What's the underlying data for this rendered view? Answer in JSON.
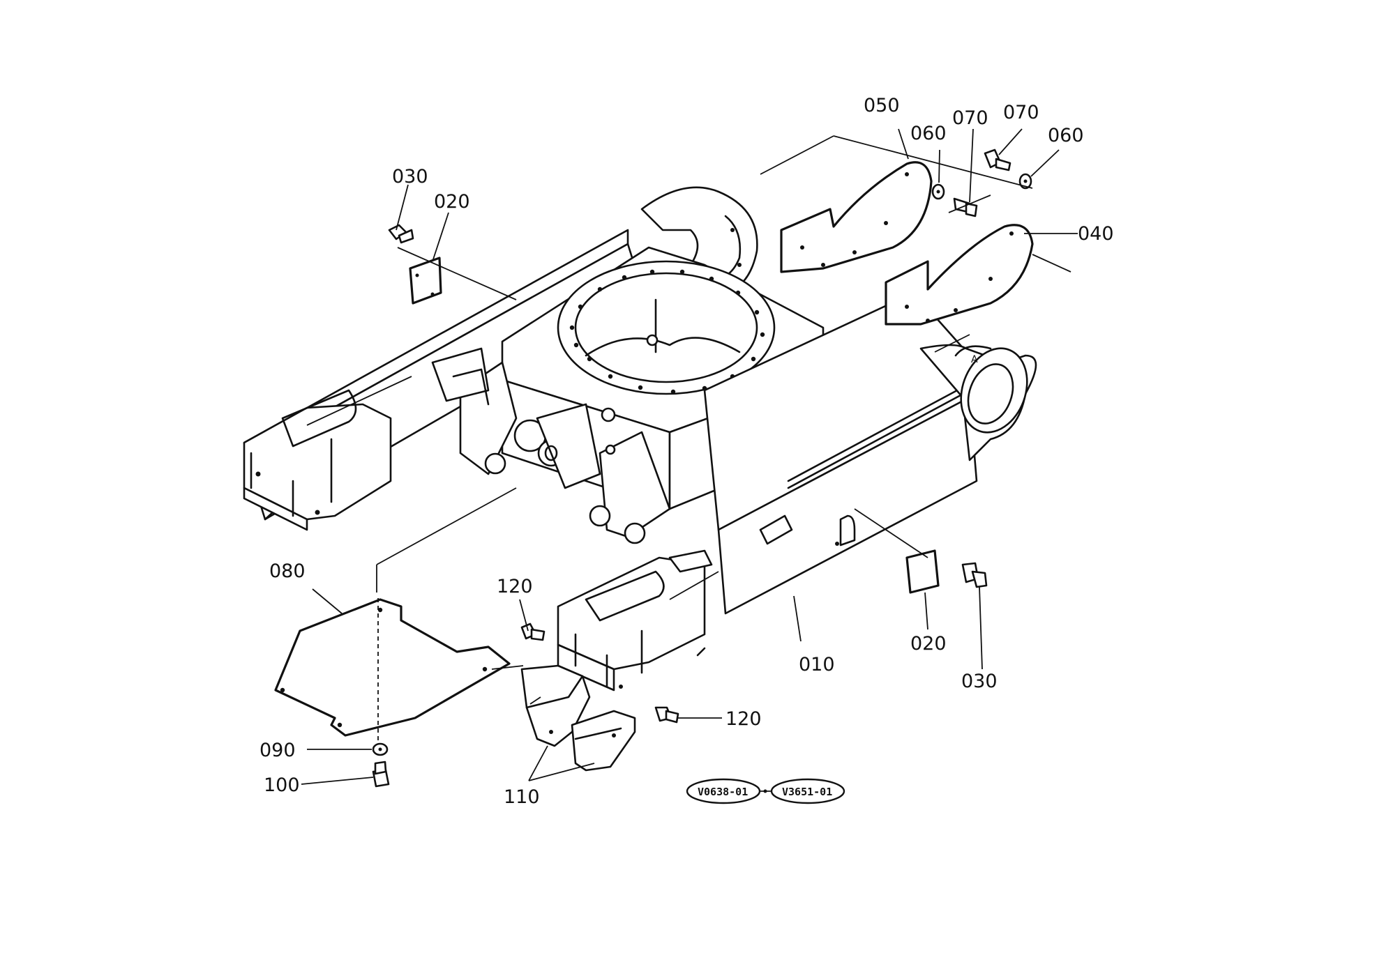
{
  "labels": {
    "p010": "010",
    "p020a": "020",
    "p020b": "020",
    "p030a": "030",
    "p030b": "030",
    "p040": "040",
    "p050": "050",
    "p060a": "060",
    "p060b": "060",
    "p070a": "070",
    "p070b": "070",
    "p080": "080",
    "p090": "090",
    "p100": "100",
    "p110": "110",
    "p120a": "120",
    "p120b": "120"
  },
  "refs": {
    "ref1": "V0638-01",
    "ref2": "V3651-01"
  }
}
